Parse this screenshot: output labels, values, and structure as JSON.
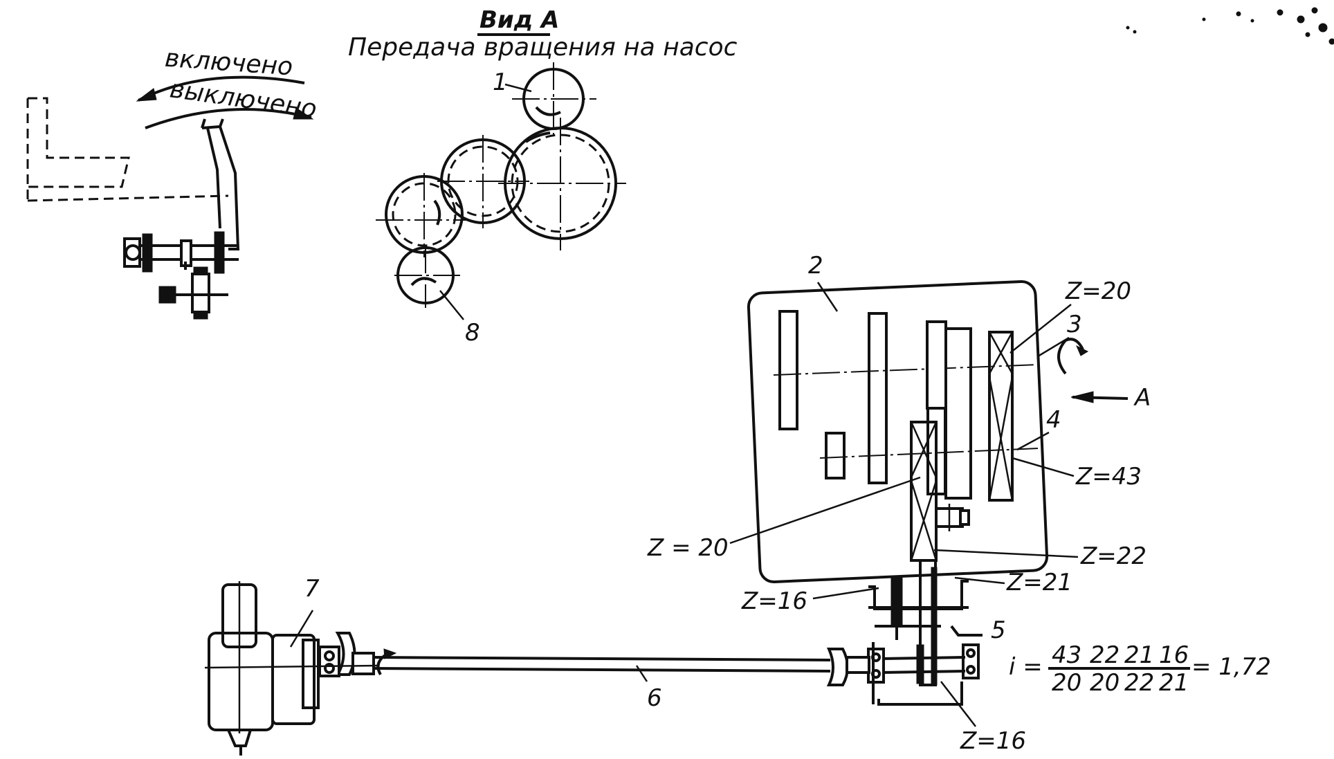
{
  "header": {
    "view_title": "Вид А",
    "view_subtitle": "Передача вращения на насос"
  },
  "switch_labels": {
    "on": "включено",
    "off": "выключено"
  },
  "callouts": {
    "c1": "1",
    "c2": "2",
    "c3": "3",
    "c4": "4",
    "c5": "5",
    "c6": "6",
    "c7": "7",
    "c8": "8",
    "view_arrow": "A"
  },
  "gear_labels": {
    "z20_top": "Z=20",
    "z43": "Z=43",
    "z20_left": "Z = 20",
    "z22": "Z=22",
    "z21": "Z=21",
    "z16_left": "Z=16",
    "z16_bottom": "Z=16"
  },
  "ratio": {
    "lhs": "i =",
    "numerators": [
      "43",
      "22",
      "21",
      "16"
    ],
    "denominators": [
      "20",
      "20",
      "22",
      "21"
    ],
    "result": "= 1,72"
  }
}
